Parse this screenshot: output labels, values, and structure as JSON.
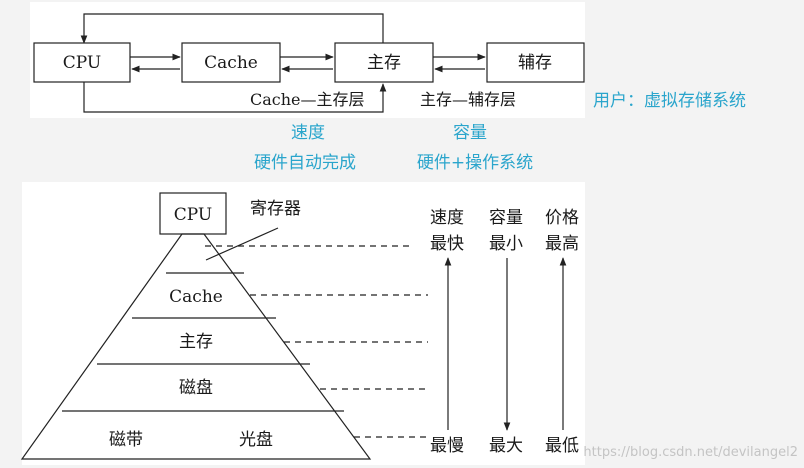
{
  "top_diagram": {
    "boxes": [
      "CPU",
      "Cache",
      "主存",
      "辅存"
    ],
    "label_cache_main": "Cache—主存层",
    "label_main_aux": "主存—辅存层",
    "virtual_storage_note": "用户：虚拟存储系统",
    "cache_main_props": {
      "title": "速度",
      "detail": "硬件自动完成"
    },
    "main_aux_props": {
      "title": "容量",
      "detail": "硬件+操作系统"
    }
  },
  "pyramid": {
    "cpu_label": "CPU",
    "register_label": "寄存器",
    "levels": [
      "Cache",
      "主存",
      "磁盘"
    ],
    "bottom_left": "磁带",
    "bottom_right": "光盘",
    "axes": [
      {
        "title": "速度",
        "top": "最快",
        "bottom": "最慢"
      },
      {
        "title": "容量",
        "top": "最小",
        "bottom": "最大"
      },
      {
        "title": "价格",
        "top": "最高",
        "bottom": "最低"
      }
    ]
  },
  "watermark": "https://blog.csdn.net/devilangel2",
  "colors": {
    "accent_blue": "#2aa5cc",
    "line": "#222222"
  }
}
